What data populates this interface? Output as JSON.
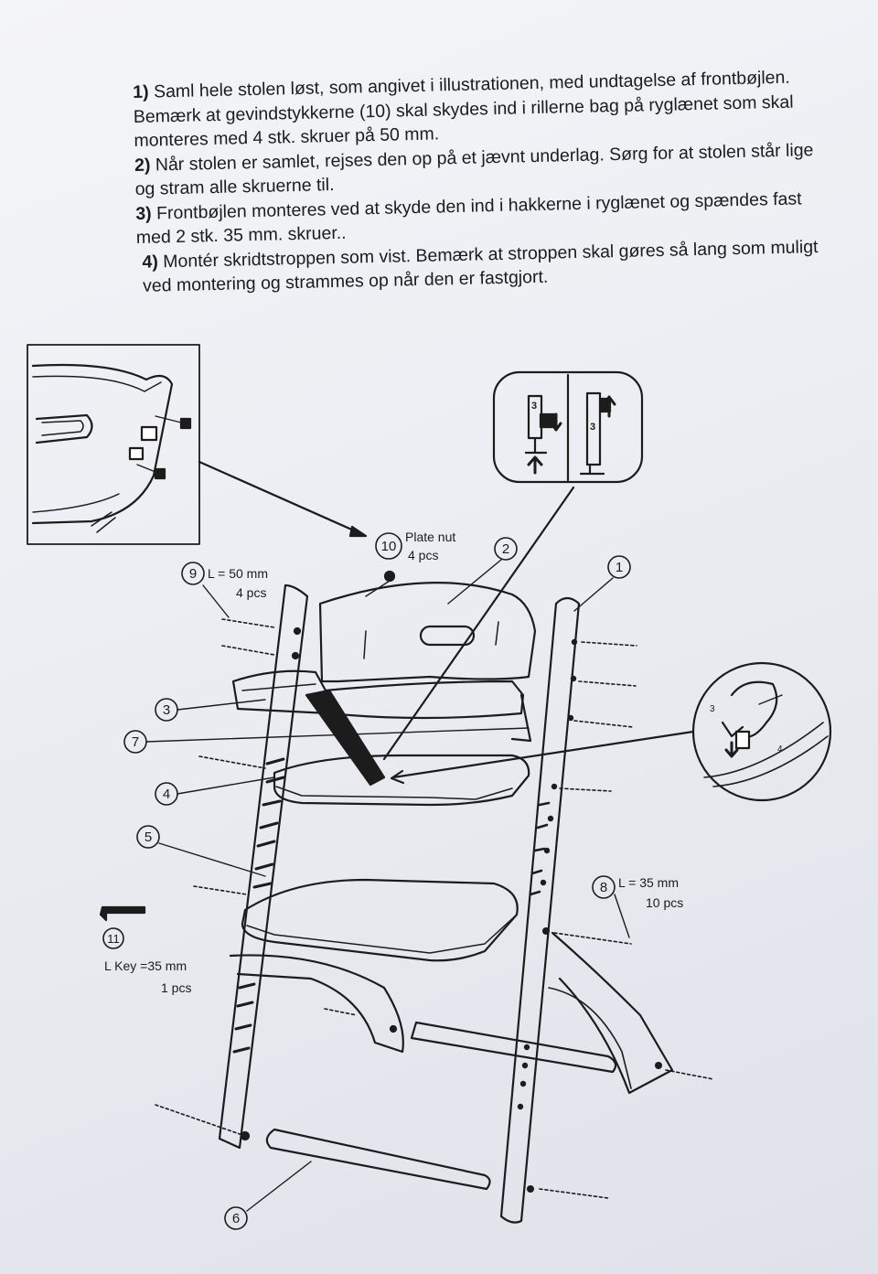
{
  "steps": [
    {
      "num": "1)",
      "text": "Saml hele stolen løst, som angivet i illustrationen, med undtagelse af frontbøjlen. Bemærk at gevindstykkerne (10) skal skydes ind i rillerne bag på ryglænet som skal monteres med 4 stk. skruer på 50 mm."
    },
    {
      "num": "2)",
      "text": "Når stolen er samlet, rejses den op på et jævnt underlag. Sørg for at stolen står lige og stram alle skruerne til."
    },
    {
      "num": "3)",
      "text": "Frontbøjlen monteres ved at skyde den ind i hakkerne i ryglænet og spændes fast med 2 stk. 35 mm. skruer.."
    },
    {
      "num": "4)",
      "text": "Montér skridtstroppen som vist. Bemærk at stroppen skal gøres så lang som muligt ved montering og strammes op når den er fastgjort."
    }
  ],
  "parts": {
    "p1": "1",
    "p2": "2",
    "p3": "3",
    "p4": "4",
    "p5": "5",
    "p6": "6",
    "p7": "7",
    "p8": "8",
    "p8_line1": "L = 35 mm",
    "p8_line2": "10 pcs",
    "p9": "9",
    "p9_line1": "L = 50 mm",
    "p9_line2": "4 pcs",
    "p10": "10",
    "p10_line1": "Plate nut",
    "p10_line2": "4 pcs",
    "p11": "11",
    "p11_line1": "L Key =35 mm",
    "p11_line2": "1 pcs"
  },
  "inset_strap": {
    "mark3": "3",
    "mark4": "4"
  },
  "inset_slider": {
    "mark_a": "3",
    "mark_b": "3"
  }
}
